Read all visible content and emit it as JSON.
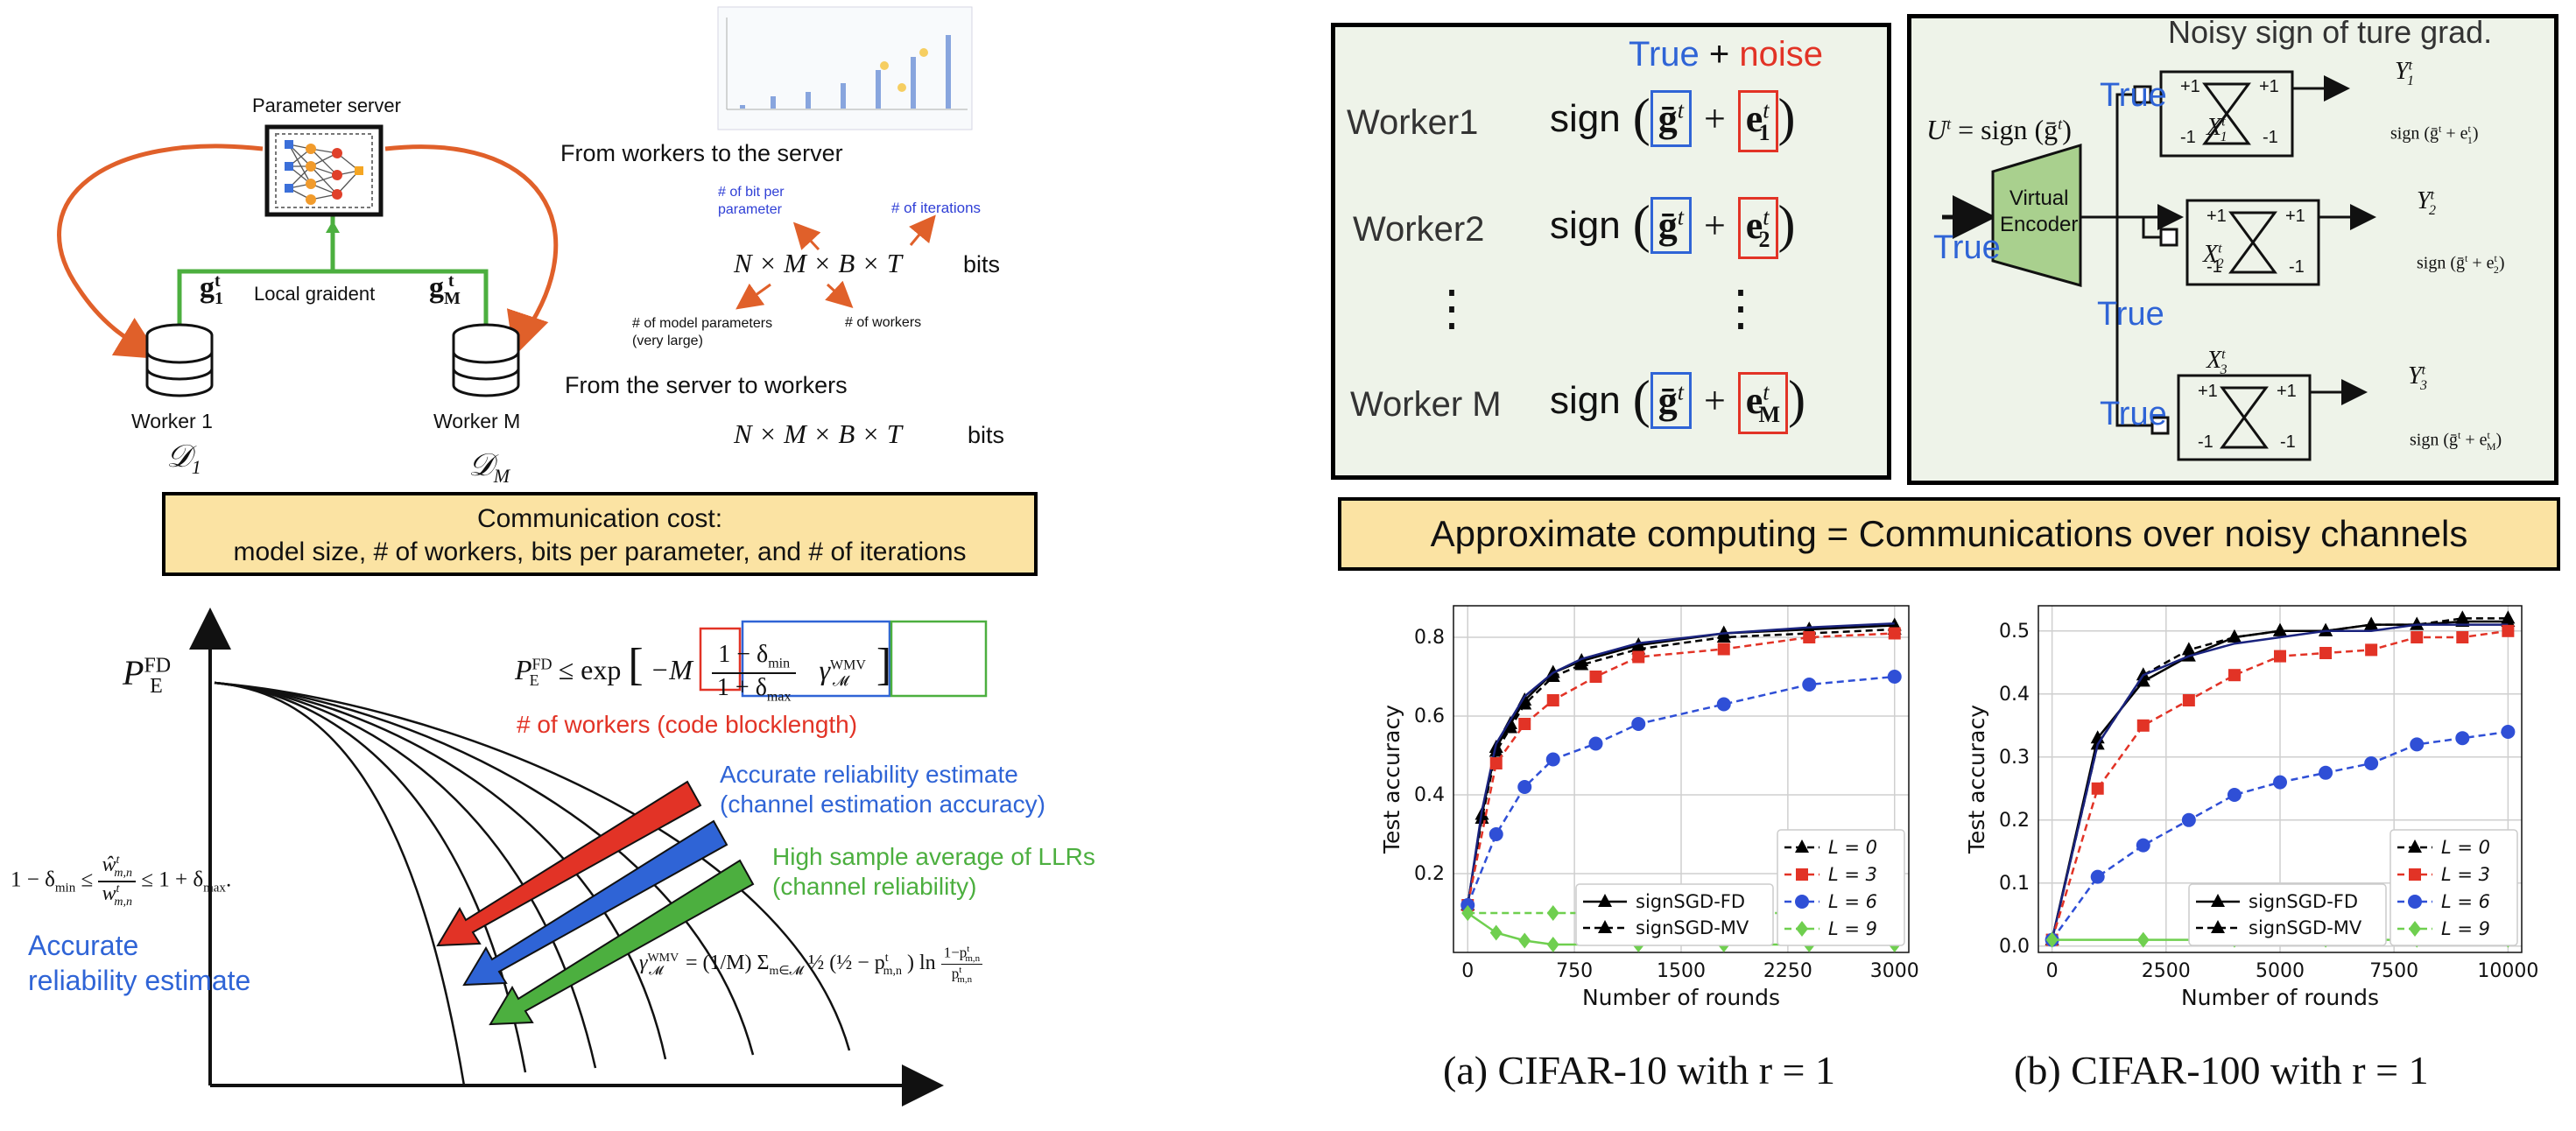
{
  "left_top": {
    "parameter_server_label": "Parameter server",
    "local_gradient_label": "Local graident",
    "g1_label": "g",
    "g1_sub": "1",
    "gM_label": "g",
    "gM_sub": "M",
    "sup_t": "t",
    "worker1_label": "Worker 1",
    "workerM_label": "Worker M",
    "d1_label": "𝒟",
    "d1_sub": "1",
    "dM_label": "𝒟",
    "dM_sub": "M",
    "from_workers_heading": "From workers to the server",
    "bits_per_param_label_1": "# of bit per",
    "bits_per_param_label_2": "parameter",
    "iterations_label": "# of iterations",
    "formula_1": "N × M × B × T",
    "bits_1": "bits",
    "model_params_label_1": "# of model parameters",
    "model_params_label_2": "(very large)",
    "workers_count_label": "# of workers",
    "from_server_heading": "From the server to workers",
    "formula_2": "N × M × B × T",
    "bits_2": "bits"
  },
  "comm_banner": {
    "line1": "Communication cost:",
    "line2": "model size, # of workers, bits per parameter, and # of iterations"
  },
  "left_bottom": {
    "y_axis_label": "P",
    "y_axis_sup": "FD",
    "y_axis_sub": "E",
    "bound_lhs": "P",
    "bound_lhs_sup": "FD",
    "bound_lhs_sub": "E",
    "bound_rel": "≤ exp",
    "bound_minus_m": "−M",
    "bound_num": "1 − δ",
    "bound_num_sub": "min",
    "bound_den": "1 + δ",
    "bound_den_sub": "max",
    "bound_gamma": "γ",
    "bound_gamma_sup": "WMV",
    "bound_gamma_sub": "𝓜",
    "workers_note": "# of workers (code blocklength)",
    "reliability_note_1": "Accurate reliability estimate",
    "reliability_note_2": "(channel estimation accuracy)",
    "llr_note_1": "High sample average of LLRs",
    "llr_note_2": "(channel reliability)",
    "ineq_left": "1 − δ",
    "ineq_left_sub": "min",
    "ineq_le1": "≤",
    "ineq_frac_num": "ŵ",
    "ineq_frac_den": "w",
    "ineq_frac_sup": "t",
    "ineq_frac_sub": "m,n",
    "ineq_le2": "≤ 1 + δ",
    "ineq_right_sub": "max",
    "ineq_end": ".",
    "accurate_label_1": "Accurate",
    "accurate_label_2": "reliability estimate",
    "gamma_def_lhs": "γ",
    "gamma_def_sup": "WMV",
    "gamma_def_sub": "𝓜",
    "gamma_def_rhs": "= (1/M) Σ",
    "gamma_def_sum_sub": "m∈𝓜",
    "gamma_def_body": "½ (½ − p",
    "gamma_def_p_sub": "m,n",
    "gamma_def_p_sup": "t",
    "gamma_def_tail": ") ln",
    "gamma_def_frac_num": "1−p",
    "gamma_def_frac_den": "p"
  },
  "top_center": {
    "true_label": "True",
    "plus_label": "+",
    "noise_label": "noise",
    "rows": [
      {
        "worker": "Worker1",
        "sign": "sign",
        "g": "ḡ",
        "g_sup": "t",
        "plus": "+",
        "e": "e",
        "e_sup": "t",
        "e_sub": "1"
      },
      {
        "worker": "Worker2",
        "sign": "sign",
        "g": "ḡ",
        "g_sup": "t",
        "plus": "+",
        "e": "e",
        "e_sup": "t",
        "e_sub": "2"
      },
      {
        "worker": "Worker M",
        "sign": "sign",
        "g": "ḡ",
        "g_sup": "t",
        "plus": "+",
        "e": "e",
        "e_sup": "t",
        "e_sub": "M"
      }
    ],
    "vdots": "⋮"
  },
  "top_right": {
    "title": "Noisy sign of ture grad.",
    "u_label": "U",
    "u_sup": "t",
    "u_eq": "= sign (ḡ",
    "u_eq_sup": "t",
    "u_close": ")",
    "encoder_line1": "Virtual",
    "encoder_line2": "Encoder",
    "true_in": "True",
    "true_labels": [
      "True",
      "True",
      "True"
    ],
    "true_mid": "True",
    "channels": [
      {
        "x": "X",
        "x_sup": "t",
        "x_sub": "1",
        "y": "Y",
        "y_sup": "t",
        "y_sub": "1",
        "out": "sign (ḡ",
        "out_sup1": "t",
        "out_plus": " + e",
        "out_sup2": "t",
        "out_sub": "1",
        "out_close": ")"
      },
      {
        "x": "X",
        "x_sup": "t",
        "x_sub": "2",
        "y": "Y",
        "y_sup": "t",
        "y_sub": "2",
        "out": "sign (ḡ",
        "out_sup1": "t",
        "out_plus": " + e",
        "out_sup2": "t",
        "out_sub": "2",
        "out_close": ")"
      },
      {
        "x": "X",
        "x_sup": "t",
        "x_sub": "3",
        "y": "Y",
        "y_sup": "t",
        "y_sub": "3",
        "out": "sign (ḡ",
        "out_sup1": "t",
        "out_plus": " + e",
        "out_sup2": "t",
        "out_sub": "M",
        "out_close": ")"
      }
    ],
    "plus1": "+1",
    "minus1": "-1"
  },
  "approx_banner": {
    "text": "Approximate computing = Communications over noisy channels"
  },
  "colors": {
    "blue": "#2f64d6",
    "red": "#e23326",
    "green": "#4caf3f",
    "orange": "#e0602a",
    "banner": "#fbe3a3",
    "box_bg": "#eef3e9",
    "encoder": "#a9d08e"
  },
  "chart_data": [
    {
      "type": "line",
      "caption": "(a) CIFAR-10 with r = 1",
      "xlabel": "Number of rounds",
      "ylabel": "Test accuracy",
      "xlim": [
        -100,
        3100
      ],
      "ylim": [
        0.0,
        0.88
      ],
      "xticks": [
        0,
        750,
        1500,
        2250,
        3000
      ],
      "yticks": [
        0.2,
        0.4,
        0.6,
        0.8
      ],
      "ytick_labels": [
        "0.2",
        "0.4",
        "0.6",
        "0.8"
      ],
      "grid": true,
      "legend_methods": [
        "signSGD-FD",
        "signSGD-MV"
      ],
      "legend_position": "bottom-right",
      "series": [
        {
          "name": "L = 0",
          "method": "signSGD-FD",
          "color": "#000000",
          "style": "solid",
          "marker": "triangle",
          "x": [
            0,
            100,
            200,
            300,
            400,
            600,
            800,
            1200,
            1800,
            2400,
            3000
          ],
          "y": [
            0.12,
            0.35,
            0.52,
            0.58,
            0.64,
            0.71,
            0.74,
            0.78,
            0.81,
            0.82,
            0.83
          ]
        },
        {
          "name": "L = 0",
          "method": "signSGD-MV",
          "color": "#000000",
          "style": "dashed",
          "marker": "triangle",
          "x": [
            0,
            100,
            200,
            300,
            400,
            600,
            800,
            1200,
            1800,
            2400,
            3000
          ],
          "y": [
            0.12,
            0.34,
            0.51,
            0.57,
            0.63,
            0.7,
            0.73,
            0.77,
            0.8,
            0.81,
            0.82
          ]
        },
        {
          "name": "L = 3",
          "method": "signSGD-FD",
          "color": "#1a237e",
          "style": "solid",
          "marker": "none",
          "x": [
            0,
            100,
            200,
            300,
            400,
            600,
            800,
            1200,
            1800,
            2400,
            3000
          ],
          "y": [
            0.12,
            0.36,
            0.53,
            0.59,
            0.65,
            0.71,
            0.745,
            0.785,
            0.81,
            0.825,
            0.835
          ]
        },
        {
          "name": "L = 3",
          "method": "signSGD-MV",
          "color": "#e23326",
          "style": "dashed",
          "marker": "square",
          "x": [
            0,
            200,
            400,
            600,
            900,
            1200,
            1800,
            2400,
            3000
          ],
          "y": [
            0.12,
            0.48,
            0.58,
            0.64,
            0.7,
            0.75,
            0.77,
            0.8,
            0.81
          ]
        },
        {
          "name": "L = 6",
          "method": "signSGD-MV",
          "color": "#2f4fd6",
          "style": "dashed",
          "marker": "circle",
          "x": [
            0,
            200,
            400,
            600,
            900,
            1200,
            1800,
            2400,
            3000
          ],
          "y": [
            0.12,
            0.3,
            0.42,
            0.49,
            0.53,
            0.58,
            0.63,
            0.68,
            0.7
          ]
        },
        {
          "name": "L = 9",
          "method": "signSGD-FD",
          "color": "#6fcf4f",
          "style": "solid",
          "marker": "diamond",
          "x": [
            0,
            200,
            400,
            600,
            1200,
            1800,
            2400,
            3000
          ],
          "y": [
            0.1,
            0.05,
            0.03,
            0.02,
            0.02,
            0.02,
            0.02,
            0.02
          ]
        },
        {
          "name": "L = 9",
          "method": "signSGD-MV",
          "color": "#6fcf4f",
          "style": "dashed",
          "marker": "diamond",
          "x": [
            0,
            600,
            1200,
            1800,
            2400,
            3000
          ],
          "y": [
            0.1,
            0.1,
            0.1,
            0.1,
            0.1,
            0.1
          ]
        }
      ]
    },
    {
      "type": "line",
      "caption": "(b) CIFAR-100 with r = 1",
      "xlabel": "Number of rounds",
      "ylabel": "Test accuracy",
      "xlim": [
        -300,
        10300
      ],
      "ylim": [
        -0.01,
        0.54
      ],
      "xticks": [
        0,
        2500,
        5000,
        7500,
        10000
      ],
      "yticks": [
        0.0,
        0.1,
        0.2,
        0.3,
        0.4,
        0.5
      ],
      "ytick_labels": [
        "0.0",
        "0.1",
        "0.2",
        "0.3",
        "0.4",
        "0.5"
      ],
      "grid": true,
      "legend_methods": [
        "signSGD-FD",
        "signSGD-MV"
      ],
      "legend_position": "bottom-right",
      "series": [
        {
          "name": "L = 0",
          "method": "signSGD-FD",
          "color": "#000000",
          "style": "solid",
          "marker": "triangle",
          "x": [
            0,
            1000,
            2000,
            3000,
            4000,
            5000,
            6000,
            7000,
            8000,
            9000,
            10000
          ],
          "y": [
            0.01,
            0.33,
            0.42,
            0.46,
            0.49,
            0.5,
            0.5,
            0.51,
            0.51,
            0.515,
            0.515
          ]
        },
        {
          "name": "L = 0",
          "method": "signSGD-MV",
          "color": "#000000",
          "style": "dashed",
          "marker": "triangle",
          "x": [
            0,
            1000,
            2000,
            3000,
            4000,
            5000,
            6000,
            7000,
            8000,
            9000,
            10000
          ],
          "y": [
            0.01,
            0.32,
            0.43,
            0.47,
            0.49,
            0.5,
            0.5,
            0.51,
            0.51,
            0.52,
            0.52
          ]
        },
        {
          "name": "L = 3",
          "method": "signSGD-FD",
          "color": "#1a237e",
          "style": "solid",
          "marker": "none",
          "x": [
            0,
            1000,
            2000,
            3000,
            4000,
            5000,
            6000,
            7000,
            8000,
            9000,
            10000
          ],
          "y": [
            0.01,
            0.32,
            0.43,
            0.46,
            0.48,
            0.49,
            0.5,
            0.5,
            0.51,
            0.51,
            0.51
          ]
        },
        {
          "name": "L = 3",
          "method": "signSGD-MV",
          "color": "#e23326",
          "style": "dashed",
          "marker": "square",
          "x": [
            0,
            1000,
            2000,
            3000,
            4000,
            5000,
            6000,
            7000,
            8000,
            9000,
            10000
          ],
          "y": [
            0.01,
            0.25,
            0.35,
            0.39,
            0.43,
            0.46,
            0.465,
            0.47,
            0.49,
            0.49,
            0.5
          ]
        },
        {
          "name": "L = 6",
          "method": "signSGD-MV",
          "color": "#2f4fd6",
          "style": "dashed",
          "marker": "circle",
          "x": [
            0,
            1000,
            2000,
            3000,
            4000,
            5000,
            6000,
            7000,
            8000,
            9000,
            10000
          ],
          "y": [
            0.01,
            0.11,
            0.16,
            0.2,
            0.24,
            0.26,
            0.275,
            0.29,
            0.32,
            0.33,
            0.34
          ]
        },
        {
          "name": "L = 9",
          "method": "signSGD-FD",
          "color": "#6fcf4f",
          "style": "solid",
          "marker": "diamond",
          "x": [
            0,
            2000,
            4000,
            6000,
            8000,
            10000
          ],
          "y": [
            0.01,
            0.01,
            0.01,
            0.01,
            0.01,
            0.01
          ]
        }
      ]
    }
  ]
}
